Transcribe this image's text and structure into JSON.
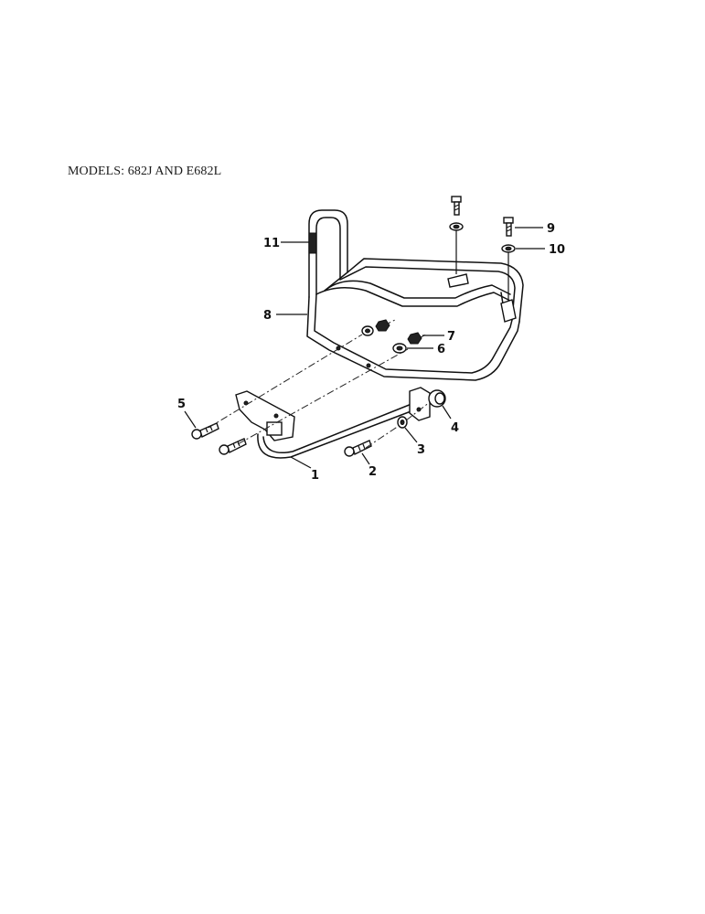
{
  "page": {
    "title": "MODELS: 682J AND E682L"
  },
  "callouts": {
    "c1": "1",
    "c2": "2",
    "c3": "3",
    "c4": "4",
    "c5": "5",
    "c6": "6",
    "c7": "7",
    "c8": "8",
    "c9": "9",
    "c10": "10",
    "c11": "11"
  }
}
